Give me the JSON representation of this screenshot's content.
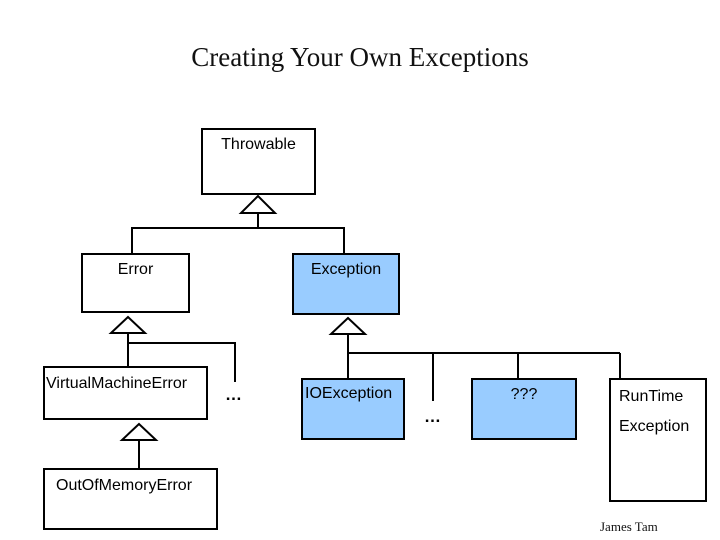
{
  "slide": {
    "title": "Creating Your Own Exceptions",
    "footer": "James Tam"
  },
  "colors": {
    "highlight_fill": "#99CCFF",
    "box_fill": "#FFFFFF",
    "line": "#000000",
    "text": "#000000"
  },
  "diagram": {
    "type": "class-inheritance-hierarchy",
    "nodes": {
      "throwable": {
        "label": "Throwable",
        "highlighted": false
      },
      "error": {
        "label": "Error",
        "highlighted": false
      },
      "exception": {
        "label": "Exception",
        "highlighted": true
      },
      "virtual_machine_error": {
        "label": "VirtualMachineError",
        "highlighted": false
      },
      "out_of_memory_error": {
        "label": "OutOfMemoryError",
        "highlighted": false
      },
      "io_exception": {
        "label": "IOException",
        "highlighted": true
      },
      "unknown": {
        "label": "???",
        "highlighted": true
      },
      "runtime_exception": {
        "label_line1": "RunTime",
        "label_line2": "Exception",
        "highlighted": false
      },
      "ellipsis_under_error": {
        "label": "…"
      },
      "ellipsis_under_exception": {
        "label": "…"
      }
    },
    "edges": [
      "Error extends Throwable",
      "Exception extends Throwable",
      "VirtualMachineError extends Error",
      "… extends Error",
      "OutOfMemoryError extends VirtualMachineError",
      "IOException extends Exception",
      "… extends Exception",
      "??? extends Exception",
      "RunTimeException extends Exception"
    ]
  }
}
